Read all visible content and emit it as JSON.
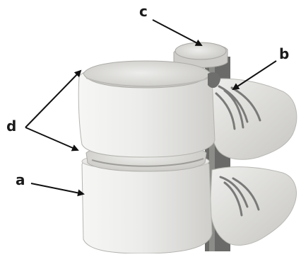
{
  "figure": {
    "labels": {
      "a": "a",
      "b": "b",
      "c": "c",
      "d": "d"
    },
    "colors": {
      "bone": "#e9e8e5",
      "bone_shadow": "#c9c8c4",
      "disc": "#d7d6d1",
      "nerve": "#7a7a78",
      "cord": "#5f5f5d",
      "arrow": "#111111"
    }
  }
}
